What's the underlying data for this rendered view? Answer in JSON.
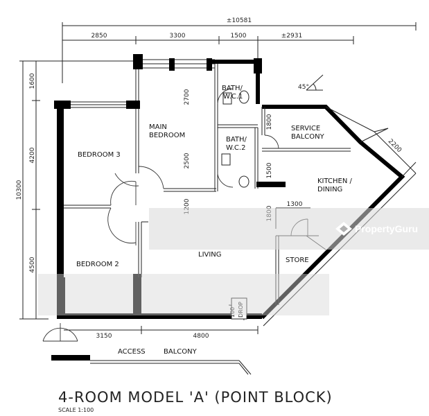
{
  "dimensions": {
    "overall_width": "±10581",
    "top_segments": [
      "2850",
      "3300",
      "1500",
      "±2931"
    ],
    "overall_height": "10300",
    "left_segments": [
      "1600",
      "4200",
      "4500"
    ],
    "inner_vertical": [
      "2700",
      "2500",
      "1200"
    ],
    "service_vertical": [
      "1800",
      "1500",
      "1800"
    ],
    "diagonal": "2200",
    "store_width": "1300",
    "bottom_segments": [
      "3150",
      "4800"
    ],
    "angle": "45°"
  },
  "rooms": {
    "bedroom3": "BEDROOM 3",
    "main_bedroom_line1": "MAIN",
    "main_bedroom_line2": "BEDROOM",
    "bath1_line1": "BATH/",
    "bath1_line2": "W.C.1",
    "bath2_line1": "BATH/",
    "bath2_line2": "W.C.2",
    "service_line1": "SERVICE",
    "service_line2": "BALCONY",
    "kitchen_line1": "KITCHEN /",
    "kitchen_line2": "DINING",
    "bedroom2": "BEDROOM 2",
    "living": "LIVING",
    "store": "STORE",
    "refuse_line1": "100",
    "refuse_line2": "DROP",
    "access_balcony_1": "ACCESS",
    "access_balcony_2": "BALCONY"
  },
  "title": "4-ROOM MODEL 'A' (POINT BLOCK)",
  "scale": "SCALE 1:100",
  "watermark": "PropertyGuru"
}
